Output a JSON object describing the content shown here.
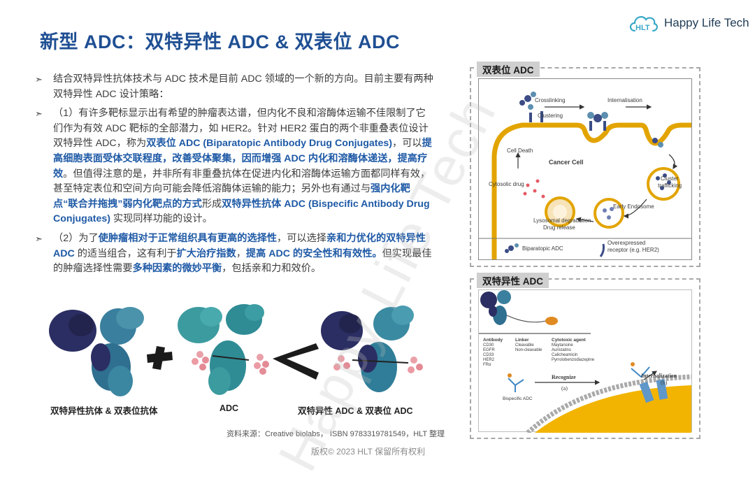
{
  "header": {
    "title": "新型 ADC：双特异性 ADC & 双表位 ADC",
    "brand": "Happy Life Tech",
    "brand_logo_text": "HLT"
  },
  "body": {
    "p1": "结合双特异性抗体技术与 ADC 技术是目前 ADC 领域的一个新的方向。目前主要有两种双特异性 ADC 设计策略：",
    "p2_a": "（1）有许多靶标显示出有希望的肿瘤表达谱，但内化不良和溶酶体运输不佳限制了它们作为有效 ADC 靶标的全部潜力，如 HER2。针对 HER2 蛋白的两个非重叠表位设计双特异性 ADC，称为",
    "p2_b": "双表位 ADC (Biparatopic Antibody Drug Conjugates)",
    "p2_c": "，可以",
    "p2_d": "提高细胞表面受体交联程度，改善受体聚集，因而增强 ADC 内化和溶酶体递送，提高疗效",
    "p2_e": "。但值得注意的是，并非所有非重叠抗体在促进内化和溶酶体运输方面都同样有效，甚至特定表位和空间方向可能会降低溶酶体运输的能力；另外也有通过与",
    "p2_f": "强内化靶点“联合并拖拽”弱内化靶点的方式",
    "p2_g": "形成",
    "p2_h": "双特异性抗体 ADC (Bispecific Antibody Drug Conjugates)",
    "p2_i": " 实现同样功能的设计。",
    "p3_a": "（2）为了",
    "p3_b": "使肿瘤相对于正常组织具有更高的选择性",
    "p3_c": "，可以选择",
    "p3_d": "亲和力优化的双特异性 ADC",
    "p3_e": " 的适当组合，这有利于",
    "p3_f": "扩大治疗指数",
    "p3_g": "，",
    "p3_h": "提高 ADC 的安全性和有效性。",
    "p3_i": "但实现最佳的肿瘤选择性需要",
    "p3_j": "多种因素的微妙平衡",
    "p3_k": "，包括亲和力和效价。"
  },
  "bottom_figure": {
    "label_left": "双特异性抗体 & 双表位抗体",
    "label_mid": "ADC",
    "label_right": "双特异性 ADC & 双表位 ADC",
    "operator_plus": "+",
    "operator_lt": "<"
  },
  "source": "资料来源：Creative biolabs， ISBN 9783319781549，HLT 整理",
  "copyright": "版权© 2023 HLT 保留所有权利",
  "watermark": "Happy Life Tech",
  "panel_top": {
    "tab": "双表位 ADC",
    "labels": {
      "crosslinking": "Crosslinking",
      "clustering": "Clustering",
      "internalisation": "Internalisation",
      "cell_death": "Cell Death",
      "cancer_cell": "Cancer Cell",
      "cytosolic_drug": "Cytosolic drug",
      "cluster": "Cluster",
      "trafficking": "trafficking",
      "early_endosome": "Early Endosome",
      "lyso1": "Lysosomal degradation",
      "lyso2": "Drug release",
      "legend_adc": "Biparatopic ADC",
      "legend_receptor1": "Overexpressed",
      "legend_receptor2": "receptor (e.g. HER2)"
    }
  },
  "panel_bottom": {
    "tab": "双特异性 ADC",
    "labels": {
      "antibody_title": "Antibody",
      "antibody_items": [
        "CD30",
        "EGFR",
        "CD33",
        "HER2",
        "FRα"
      ],
      "linker_title": "Linker",
      "linker_items": [
        "Cleavable",
        "Non-cleavable"
      ],
      "agent_title": "Cytotoxic agent",
      "agent_items": [
        "Maytansine",
        "Auristatins",
        "Calicheamicin",
        "Pyrrolobenzodiazepine"
      ],
      "recognize": "Recognize",
      "a": "(a)",
      "internalization": "Internalization",
      "b": "(b)",
      "bispecific": "Bispecific ADC"
    }
  },
  "colors": {
    "title_blue": "#1f4f93",
    "highlight_blue": "#1f5aa6",
    "protein_teal": "#2f8c95",
    "protein_navy": "#2b2e62",
    "membrane_gold": "#e2a400"
  }
}
